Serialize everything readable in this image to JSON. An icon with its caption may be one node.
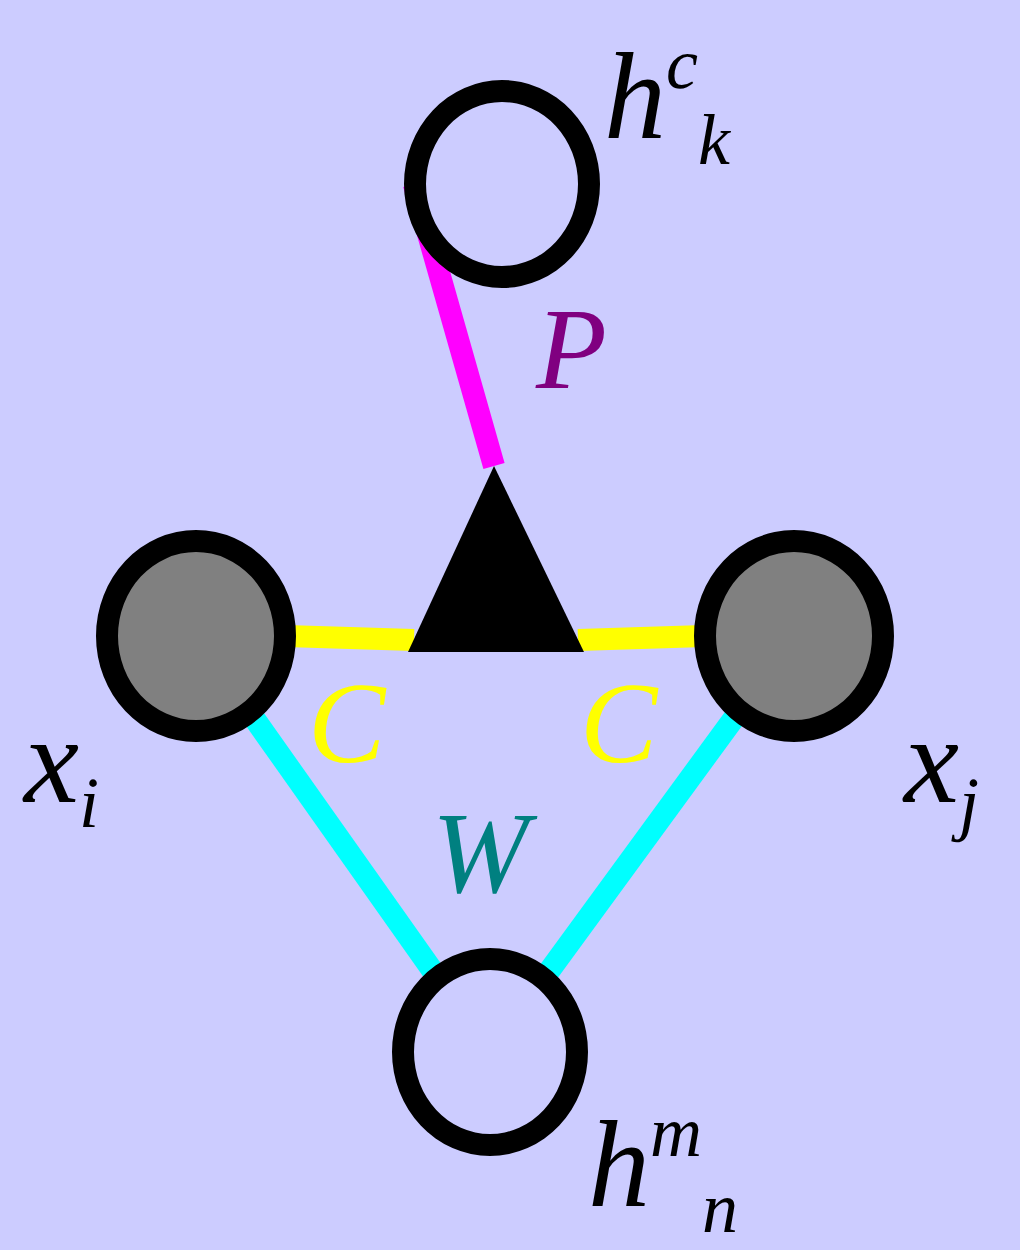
{
  "diagram": {
    "nodes": [
      {
        "text": [],
        "shape": "circle",
        "beside": [
          "h$^{c}$$_{k}$"
        ]
      },
      {
        "text": [],
        "shape": "triangle"
      },
      {
        "text": [],
        "shape": "circle",
        "beside": [
          "x$_{i}$"
        ]
      },
      {
        "text": [],
        "shape": "circle",
        "beside": [
          "x$_{j}$"
        ]
      },
      {
        "text": [],
        "shape": "circle",
        "beside": [
          "h$^{m}$$_{n}$"
        ]
      }
    ],
    "edges": [
      {
        "from": 1,
        "to": 0,
        "arrow": "none",
        "label": "P",
        "color": "#ff00ff"
      },
      {
        "from": 2,
        "to": 1,
        "arrow": "none",
        "label": "C",
        "color": "#ffff00"
      },
      {
        "from": 3,
        "to": 1,
        "arrow": "none",
        "label": "C",
        "color": "#ffff00"
      },
      {
        "from": 2,
        "to": 4,
        "arrow": "none",
        "color": "#00ffff"
      },
      {
        "from": 3,
        "to": 4,
        "arrow": "none",
        "color": "#00ffff"
      }
    ],
    "labels": [
      "W"
    ]
  }
}
